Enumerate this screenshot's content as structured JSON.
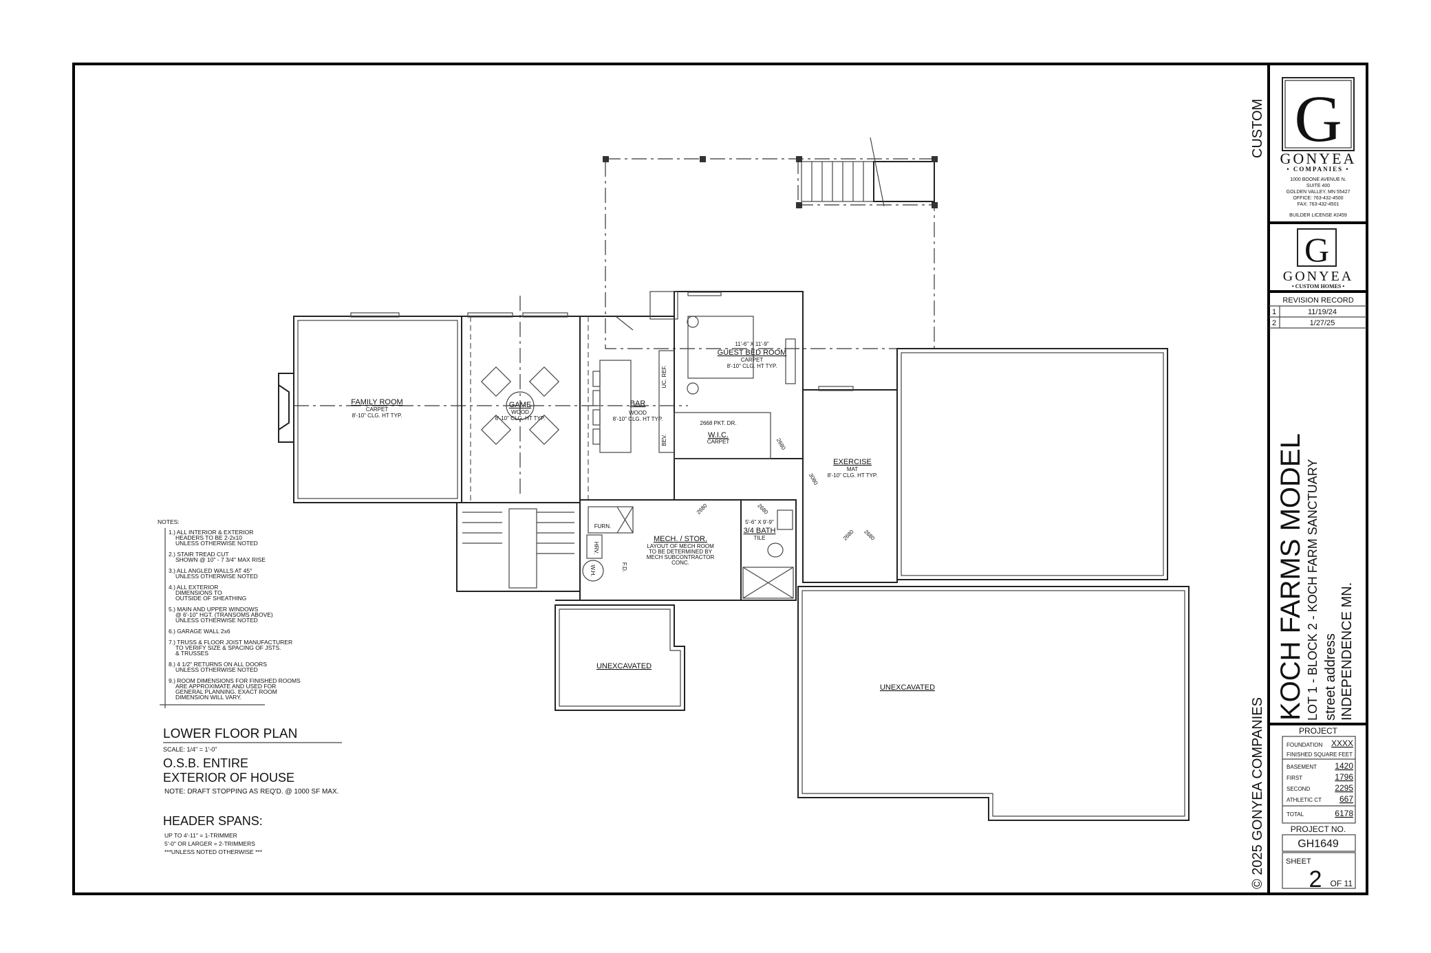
{
  "plan": {
    "rooms": {
      "family": {
        "name": "FAMILY ROOM",
        "floor": "CARPET",
        "ceiling": "8'-10\" CLG. HT TYP."
      },
      "game": {
        "name": "GAME",
        "floor": "WOOD",
        "ceiling": "8'-10\" CLG. HT TYP."
      },
      "bar": {
        "name": "BAR",
        "floor": "WOOD",
        "ceiling": "8'-10\" CLG. HT TYP."
      },
      "guest": {
        "dims": "11'-6\" X 11'-9\"",
        "name": "GUEST BED ROOM",
        "floor": "CARPET",
        "ceiling": "8'-10\" CLG. HT TYP."
      },
      "wic": {
        "name": "W.I.C.",
        "floor": "CARPET",
        "door": "2668 PKT. DR."
      },
      "exercise": {
        "name": "EXERCISE",
        "floor": "MAT",
        "ceiling": "8'-10\" CLG. HT TYP."
      },
      "mech": {
        "name": "MECH. / STOR.",
        "lines": [
          "LAYOUT OF MECH ROOM",
          "TO BE DETERMINED BY",
          "MECH SUBCONTRACTOR",
          "CONC."
        ]
      },
      "bath": {
        "dims": "5'-6\" X 9'-9\"",
        "name": "3/4 BATH",
        "floor": "TILE"
      },
      "unexcavated1": {
        "name": "UNEXCAVATED"
      },
      "unexcavated2": {
        "name": "UNEXCAVATED"
      }
    },
    "fixtures": {
      "furn": "FURN.",
      "hrv": "HRV.",
      "wh": "W.H.",
      "fd": "F.D.",
      "ucref": "UC. REF.",
      "bev": "BEV."
    },
    "doors": [
      "2680",
      "2680",
      "2680",
      "2680",
      "2680",
      "3080"
    ]
  },
  "notes": {
    "heading": "NOTES:",
    "items": [
      [
        "1.) ALL INTERIOR & EXTERIOR",
        "HEADERS TO BE 2-2x10",
        "UNLESS OTHERWISE NOTED"
      ],
      [
        "2.) STAIR TREAD CUT",
        "SHOWN @ 10\" - 7 3/4\" MAX RISE"
      ],
      [
        "3.) ALL ANGLED WALLS AT 45°",
        "UNLESS OTHERWISE NOTED"
      ],
      [
        "4.) ALL EXTERIOR",
        "DIMENSIONS TO",
        "OUTSIDE OF SHEATHING"
      ],
      [
        "5.) MAIN AND UPPER WINDOWS",
        "@ 6'-10\" HGT. (TRANSOMS ABOVE)",
        "UNLESS OTHERWISE NOTED"
      ],
      [
        "6.) GARAGE WALL 2x6"
      ],
      [
        "7.) TRUSS & FLOOR JOIST MANUFACTURER",
        "TO VERIFY SIZE & SPACING OF JSTS.",
        "& TRUSSES"
      ],
      [
        "8.) 4 1/2\" RETURNS ON ALL DOORS",
        "UNLESS OTHERWISE NOTED"
      ],
      [
        "9.) ROOM DIMENSIONS FOR FINISHED ROOMS",
        "ARE APPROXIMATE AND USED FOR",
        "GENERAL PLANNING.  EXACT ROOM",
        "DIMENSION WILL VARY."
      ]
    ]
  },
  "plan_title": {
    "title": "LOWER FLOOR PLAN",
    "scale": "SCALE:  1/4\" = 1'-0\"",
    "osb1": "O.S.B. ENTIRE",
    "osb2": "EXTERIOR OF HOUSE",
    "draft_note": "NOTE: DRAFT STOPPING AS REQ'D. @ 1000 SF MAX.",
    "header_spans": "HEADER SPANS:",
    "spans": [
      "UP TO 4'-11\" = 1-TRIMMER",
      "5'-0\" OR LARGER = 2-TRIMMERS",
      "***UNLESS NOTED OTHERWISE ***"
    ]
  },
  "title_block": {
    "custom": "CUSTOM",
    "copyright": "© 2025 GONYEA COMPANIES",
    "logo1": {
      "letter": "G",
      "name": "GONYEA",
      "sub": "• COMPANIES •"
    },
    "address": [
      "1000 BOONE AVENUE N.",
      "SUITE 400",
      "GOLDEN VALLEY, MN 55427",
      "OFFICE: 763-432-4500",
      "FAX: 763-432-4501"
    ],
    "license": "BUILDER LICENSE #2459",
    "logo2": {
      "letter": "G",
      "name": "GONYEA",
      "sub": "• CUSTOM HOMES •"
    },
    "revision": {
      "heading": "REVISION RECORD",
      "rows": [
        {
          "no": "1",
          "date": "11/19/24"
        },
        {
          "no": "2",
          "date": "1/27/25"
        }
      ]
    },
    "project_title": "KOCH FARMS MODEL",
    "lot": "LOT 1 - BLOCK 2 - KOCH FARM SANCTUARY",
    "street": "street address",
    "city": "INDEPENDENCE MN.",
    "project": {
      "heading": "PROJECT",
      "foundation_label": "FOUNDATION",
      "foundation": "XXXX",
      "fsf": "FINISHED SQUARE FEET",
      "rows": [
        {
          "label": "BASEMENT",
          "value": "1420"
        },
        {
          "label": "FIRST",
          "value": "1796"
        },
        {
          "label": "SECOND",
          "value": "2295"
        },
        {
          "label": "ATHLETIC CT",
          "value": "667"
        }
      ],
      "total_label": "TOTAL",
      "total": "6178"
    },
    "project_no_label": "PROJECT NO.",
    "project_no": "GH1649",
    "sheet_label": "SHEET",
    "sheet": "2",
    "sheet_of": "OF 11"
  }
}
